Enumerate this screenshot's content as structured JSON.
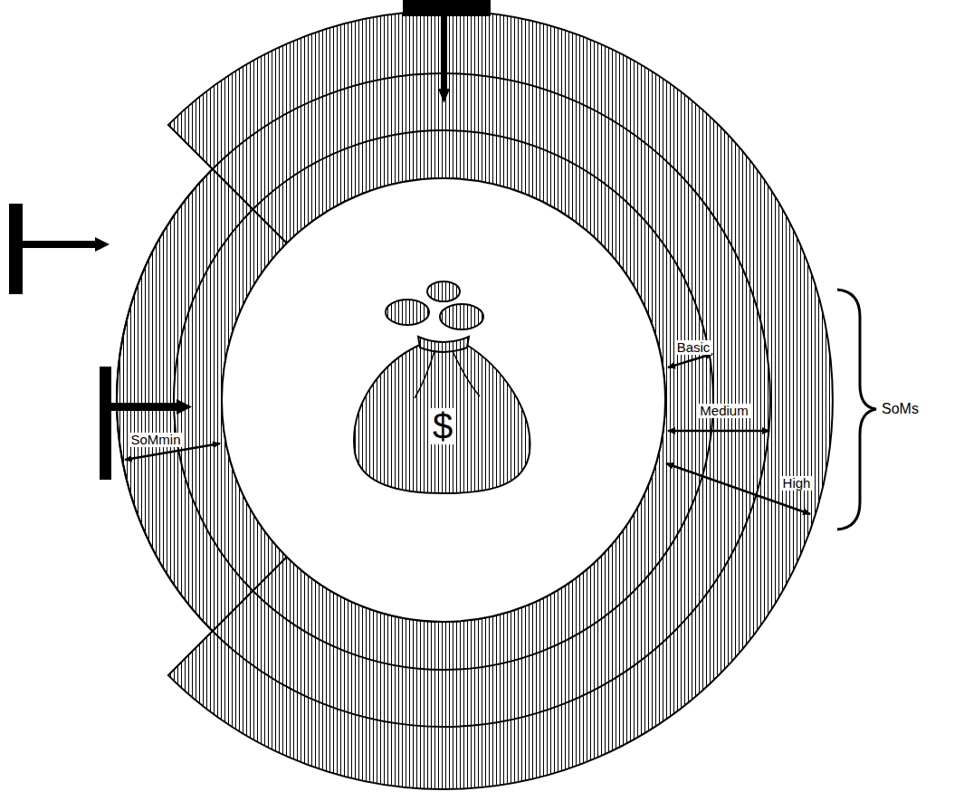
{
  "diagram": {
    "labels": [
      "$",
      "Basic",
      "Medium",
      "High",
      "SoMs",
      "SoMmin"
    ]
  }
}
